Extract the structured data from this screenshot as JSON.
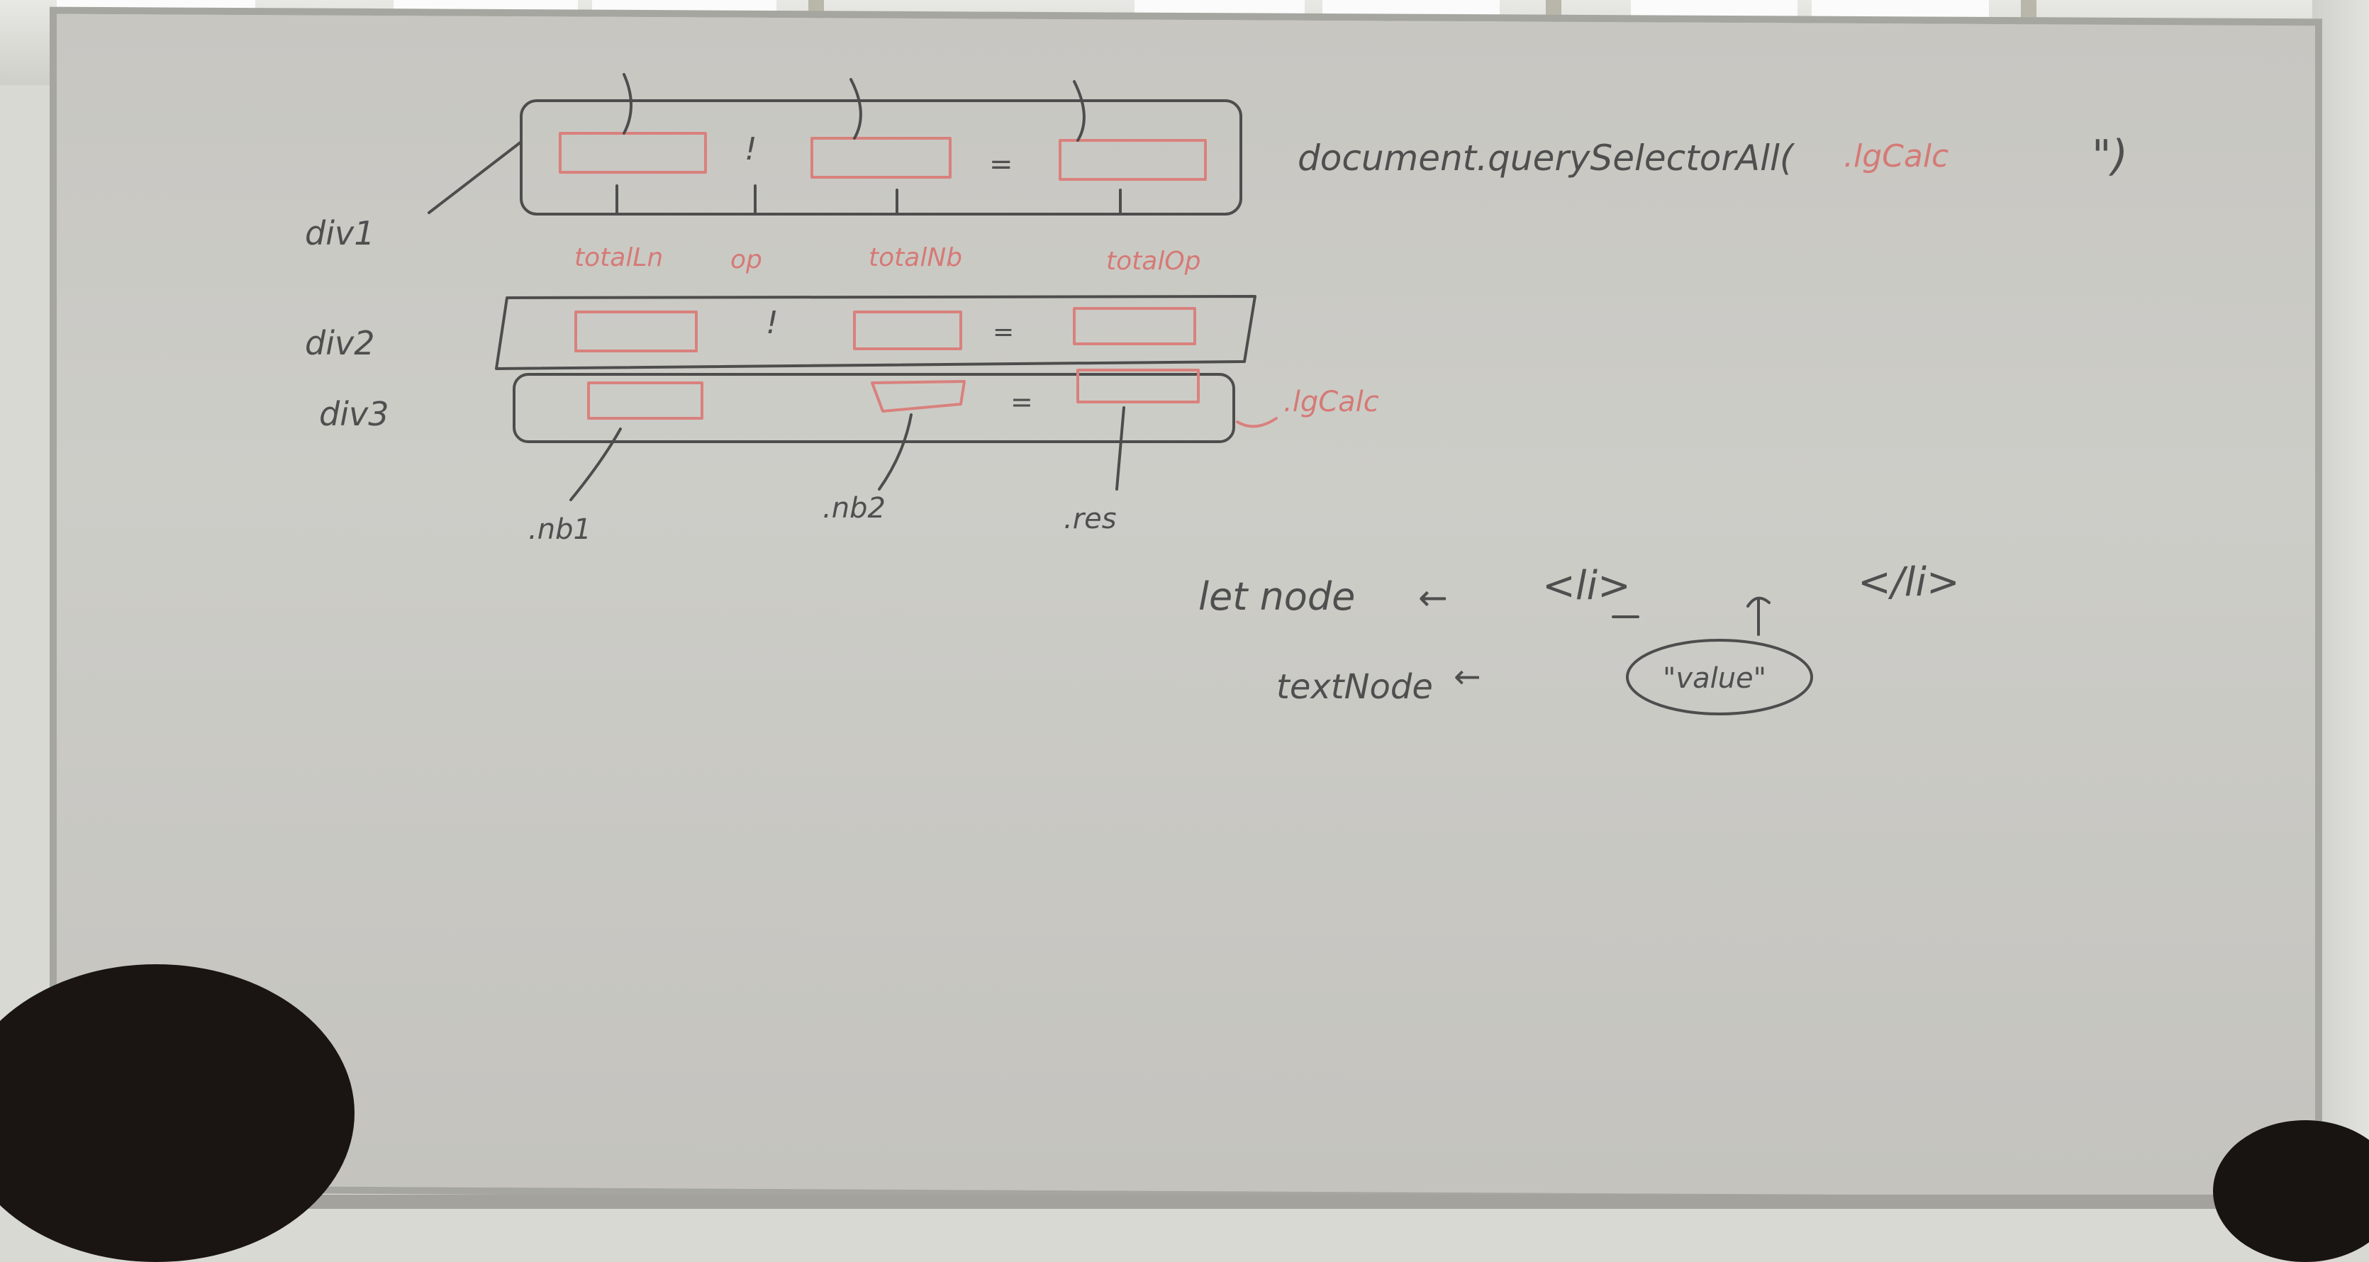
{
  "labels": {
    "div1": "div1",
    "div2": "div2",
    "div3": "div3",
    "selector_call": "document.querySelectorAll(",
    "selector_arg": ".lgCalc",
    "selector_close": "\")",
    "col1": "totalLn",
    "col2": "op",
    "col3": "totalNb",
    "col4": "totalOp",
    "class_tag": ".lgCalc",
    "nb1": ".nb1",
    "nb2": ".nb2",
    "res": ".res",
    "let_node": "let node",
    "arrow1": "←",
    "li_open": "<li>",
    "li_close": "</li>",
    "text_node": "textNode",
    "arrow2": "←",
    "text_value": "\"value\""
  }
}
